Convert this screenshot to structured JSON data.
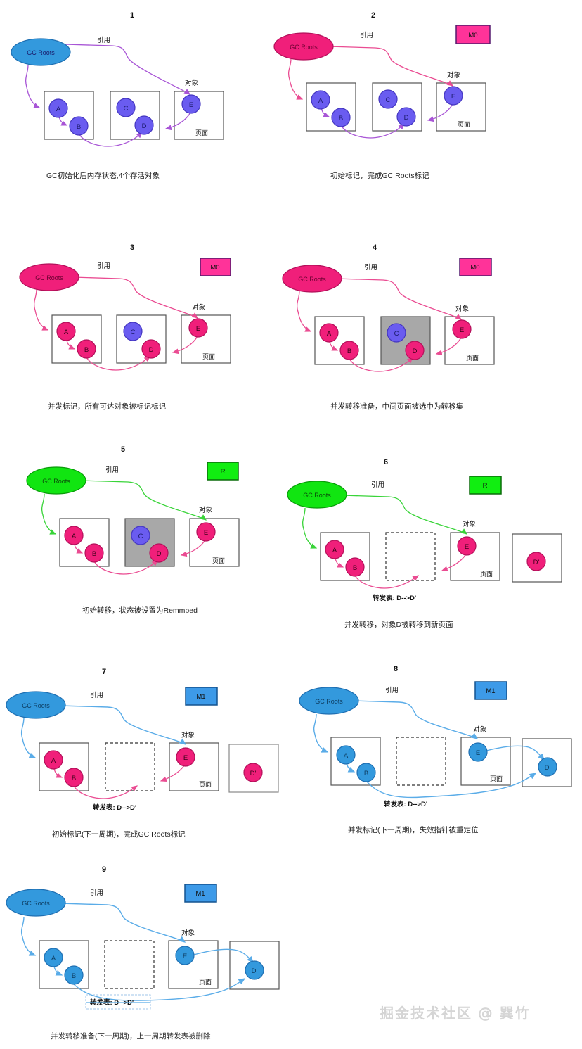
{
  "watermark": "掘金技术社区 @ 巽竹",
  "common": {
    "gc_roots": "GC Roots",
    "ref_label": "引用",
    "object_label": "对象",
    "page_label": "页面",
    "forward_table": "转发表: D-->D'",
    "nodes": {
      "a": "A",
      "b": "B",
      "c": "C",
      "d": "D",
      "e": "E",
      "dprime": "D'"
    }
  },
  "colors": {
    "blue": "#3399dd",
    "blue_stroke": "#1f6fb2",
    "purple": "#6a5cf0",
    "purple_stroke": "#4436c0",
    "pink": "#f01f7a",
    "pink_stroke": "#b3105a",
    "green": "#11e511",
    "green_stroke": "#0a9c0a",
    "badge_m0": "#ff3399",
    "badge_r": "#11ee11",
    "badge_m1": "#3d9ae8",
    "box_stroke": "#555555",
    "page_selected_fill": "#a8a8a8",
    "arrow_purple": "#a855d6",
    "arrow_pink": "#ea4c92",
    "arrow_green": "#39d439",
    "arrow_blue": "#5aace8"
  },
  "panels": [
    {
      "number": "1",
      "caption": "GC初始化后内存状态,4个存活对象",
      "badge": null,
      "roots_color": "blue",
      "node_colors": {
        "a": "purple",
        "b": "purple",
        "c": "purple",
        "d": "purple",
        "e": "purple"
      },
      "page3_state": "normal",
      "has_new_page": false,
      "forward_table": null
    },
    {
      "number": "2",
      "caption": "初始标记，完成GC Roots标记",
      "badge": "M0",
      "roots_color": "pink",
      "node_colors": {
        "a": "purple",
        "b": "purple",
        "c": "purple",
        "d": "purple",
        "e": "purple"
      },
      "page3_state": "normal",
      "has_new_page": false,
      "forward_table": null
    },
    {
      "number": "3",
      "caption": "并发标记，所有可达对象被标记标记",
      "badge": "M0",
      "roots_color": "pink",
      "node_colors": {
        "a": "pink",
        "b": "pink",
        "c": "purple",
        "d": "pink",
        "e": "pink"
      },
      "page3_state": "normal",
      "has_new_page": false,
      "forward_table": null
    },
    {
      "number": "4",
      "caption": "并发转移准备，中间页面被选中为转移集",
      "badge": "M0",
      "roots_color": "pink",
      "node_colors": {
        "a": "pink",
        "b": "pink",
        "c": "purple",
        "d": "pink",
        "e": "pink"
      },
      "page3_state": "selected",
      "has_new_page": false,
      "forward_table": null
    },
    {
      "number": "5",
      "caption": "初始转移，状态被设置为Remmped",
      "badge": "R",
      "roots_color": "green",
      "node_colors": {
        "a": "pink",
        "b": "pink",
        "c": "purple",
        "d": "pink",
        "e": "pink"
      },
      "page3_state": "selected",
      "has_new_page": false,
      "forward_table": null
    },
    {
      "number": "6",
      "caption": "并发转移，对象D被转移到新页面",
      "badge": "R",
      "roots_color": "green",
      "node_colors": {
        "a": "pink",
        "b": "pink",
        "e": "pink",
        "dprime": "pink"
      },
      "page3_state": "empty",
      "has_new_page": true,
      "forward_table": "转发表: D-->D'"
    },
    {
      "number": "7",
      "caption": "初始标记(下一周期)，完成GC Roots标记",
      "badge": "M1",
      "roots_color": "blue",
      "node_colors": {
        "a": "pink",
        "b": "pink",
        "e": "pink",
        "dprime": "pink"
      },
      "page3_state": "empty",
      "has_new_page": true,
      "forward_table": "转发表: D-->D'"
    },
    {
      "number": "8",
      "caption": "并发标记(下一周期)，失效指针被重定位",
      "badge": "M1",
      "roots_color": "blue",
      "node_colors": {
        "a": "blue",
        "b": "blue",
        "e": "blue",
        "dprime": "blue"
      },
      "page3_state": "empty",
      "has_new_page": true,
      "forward_table": "转发表: D-->D'"
    },
    {
      "number": "9",
      "caption": "并发转移准备(下一周期)，上一周期转发表被删除",
      "badge": "M1",
      "roots_color": "blue",
      "node_colors": {
        "a": "blue",
        "b": "blue",
        "e": "blue",
        "dprime": "blue"
      },
      "page3_state": "empty",
      "has_new_page": true,
      "forward_table": "转发表: D-->D'",
      "forward_table_deleted": true
    }
  ]
}
